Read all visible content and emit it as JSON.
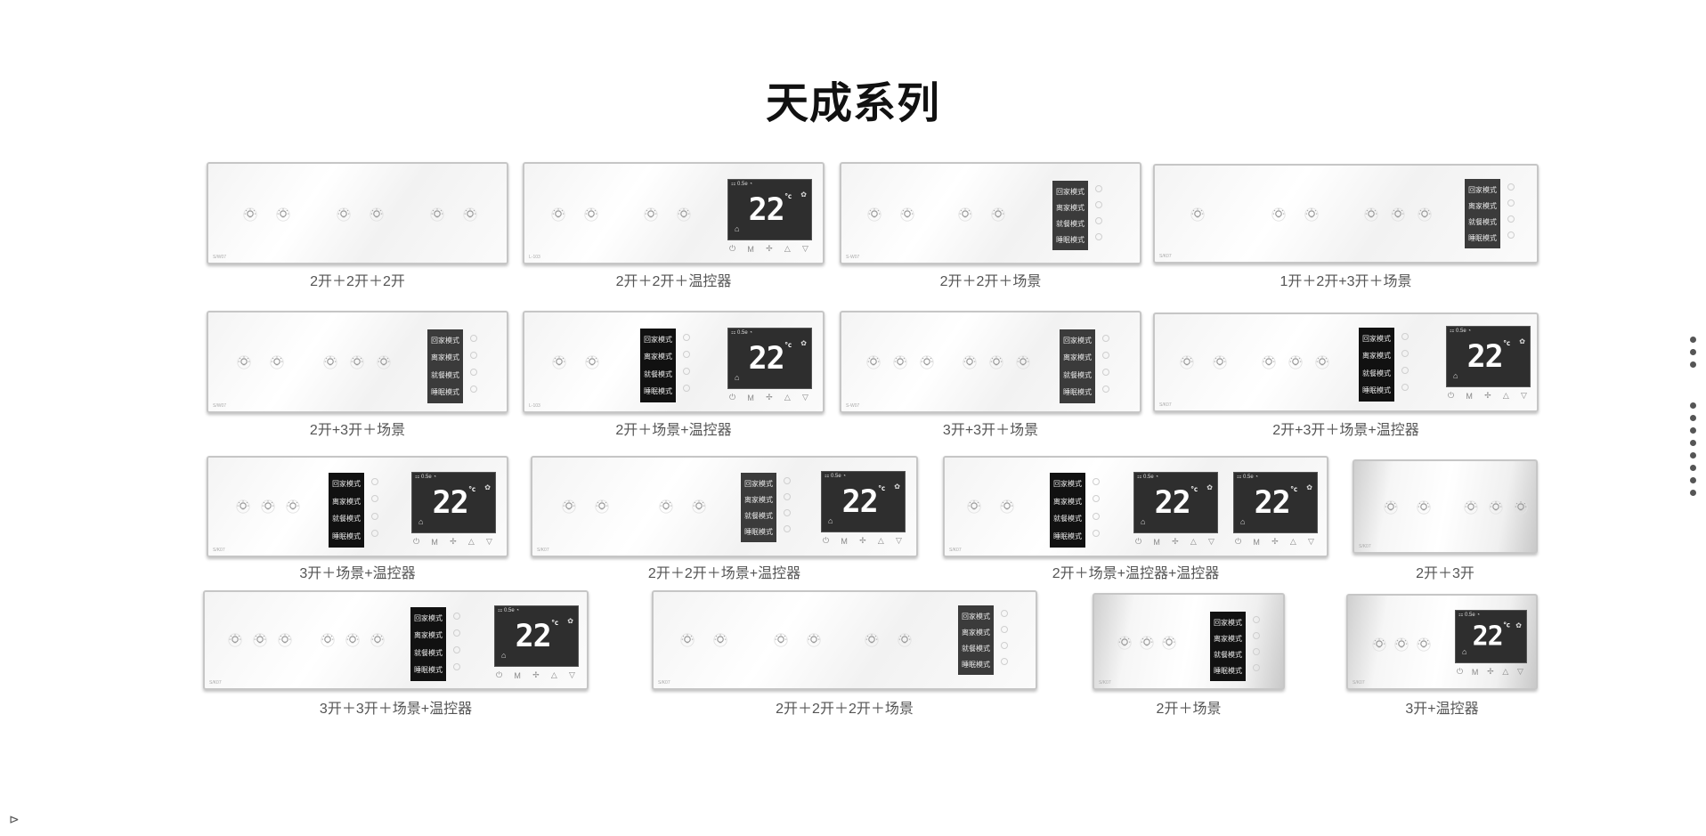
{
  "page": {
    "title": "天成系列",
    "corner_icon": "collapse-arrow-icon"
  },
  "scene_labels": [
    "回家模式",
    "离家模式",
    "就餐模式",
    "睡眠模式"
  ],
  "thermostat": {
    "temp": "22",
    "unit": "°c",
    "status": "⚏ 0.5e   ◔",
    "buttons": [
      "⏻",
      "M",
      "✢",
      "△",
      "▽"
    ]
  },
  "panels": [
    {
      "caption": "2开＋2开＋2开",
      "model": "S/W07"
    },
    {
      "caption": "2开＋2开＋温控器",
      "model": "L-103"
    },
    {
      "caption": "2开＋2开＋场景",
      "model": "S-W07"
    },
    {
      "caption": "1开＋2开+3开＋场景",
      "model": "S/K07"
    },
    {
      "caption": "2开+3开＋场景",
      "model": "S/W07"
    },
    {
      "caption": "2开＋场景+温控器",
      "model": "L-103"
    },
    {
      "caption": "3开+3开＋场景",
      "model": "S-W07"
    },
    {
      "caption": "2开+3开＋场景+温控器",
      "model": "S/K07"
    },
    {
      "caption": "3开＋场景+温控器",
      "model": "S/K07"
    },
    {
      "caption": "2开＋2开＋场景+温控器",
      "model": "S/K07"
    },
    {
      "caption": "2开＋场景+温控器+温控器",
      "model": "S/K07"
    },
    {
      "caption": "2开＋3开",
      "model": "S/K07"
    },
    {
      "caption": "3开＋3开＋场景+温控器",
      "model": "S/K07"
    },
    {
      "caption": "2开＋2开＋2开＋场景",
      "model": "S/K07"
    },
    {
      "caption": "2开＋场景",
      "model": "S/K07"
    },
    {
      "caption": "3开+温控器",
      "model": "S/K07"
    }
  ]
}
